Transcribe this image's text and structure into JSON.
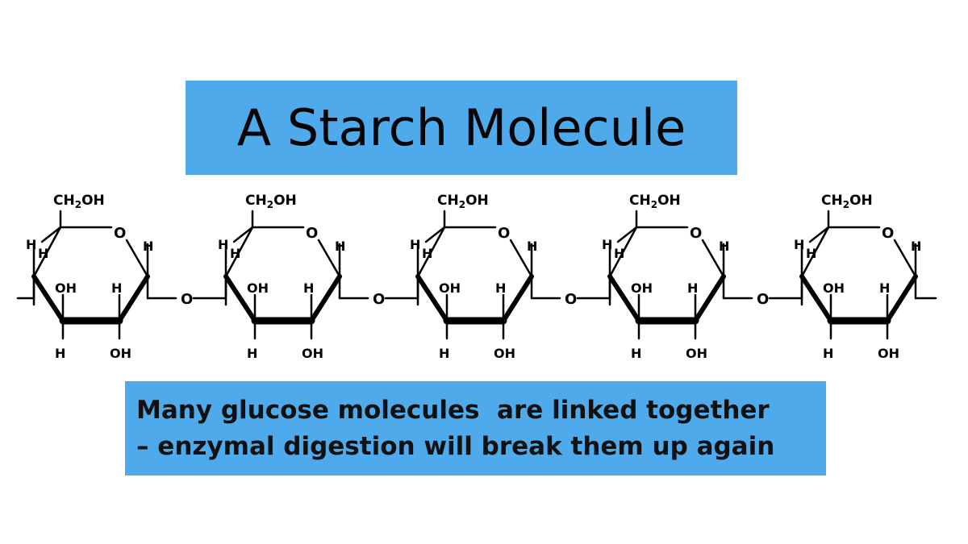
{
  "title": "A Starch Molecule",
  "caption": {
    "line1": "Many glucose molecules  are linked together",
    "line2": "– enzymal digestion will break them up again"
  },
  "colors": {
    "box_fill": "#4eaaea",
    "ink": "#000000",
    "background": "#ffffff"
  },
  "molecule": {
    "unit_count": 5,
    "labels": {
      "ch2oh": "CH2OH",
      "ring_oxygen": "O",
      "bridge_oxygen": "O",
      "hydrogen": "H",
      "hydroxyl": "OH"
    }
  }
}
